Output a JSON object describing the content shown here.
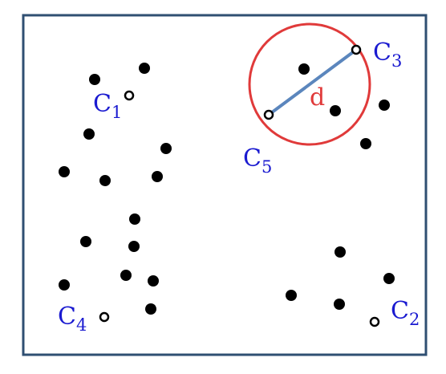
{
  "colors": {
    "border": "#2f4f72",
    "point": "#000000",
    "label": "#1a1ad0",
    "circle": "#e03a3a",
    "diameter": "#5b86bd",
    "d_label": "#e03a3a"
  },
  "labels": {
    "c1": {
      "main": "C",
      "sub": "1"
    },
    "c2": {
      "main": "C",
      "sub": "2"
    },
    "c3": {
      "main": "C",
      "sub": "3"
    },
    "c4": {
      "main": "C",
      "sub": "4"
    },
    "c5": {
      "main": "C",
      "sub": "5"
    },
    "d": "d"
  }
}
